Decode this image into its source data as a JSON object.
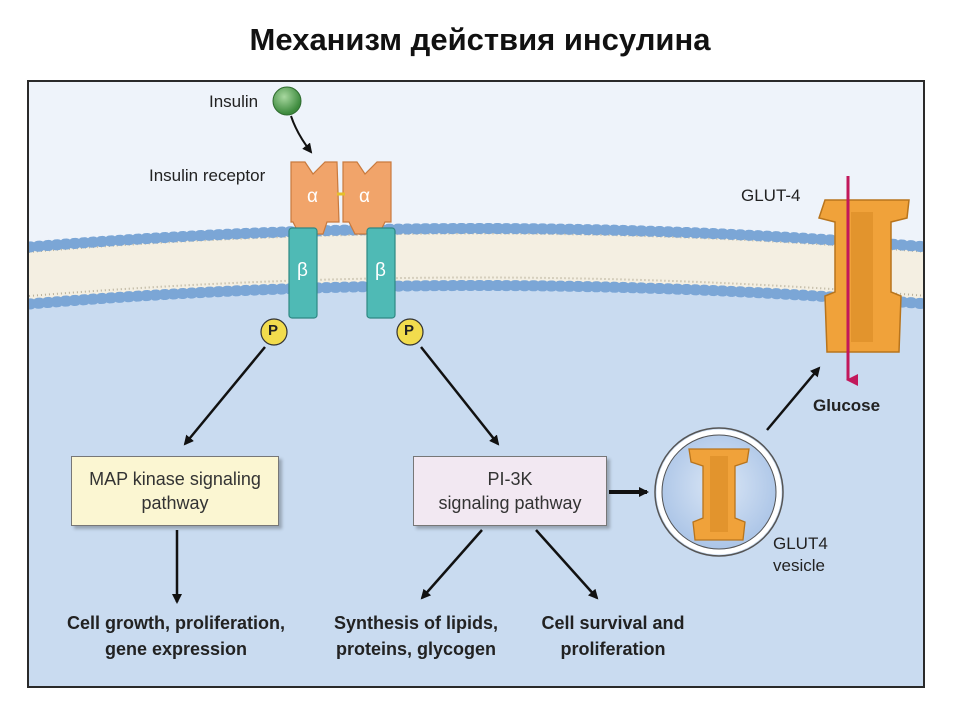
{
  "title": "Механизм действия инсулина",
  "labels": {
    "insulin": "Insulin",
    "insulin_receptor": "Insulin receptor",
    "alpha": "α",
    "beta": "β",
    "phosphate": "P",
    "glut4_transporter": "GLUT-4",
    "glucose": "Glucose",
    "glut4_vesicle_line1": "GLUT4",
    "glut4_vesicle_line2": "vesicle"
  },
  "pathways": {
    "map_kinase_line1": "MAP kinase signaling",
    "map_kinase_line2": "pathway",
    "pi3k_line1": "PI-3K",
    "pi3k_line2": "signaling pathway"
  },
  "outcomes": {
    "growth_line1": "Cell growth, proliferation,",
    "growth_line2": "gene expression",
    "synthesis_line1": "Synthesis of lipids,",
    "synthesis_line2": "proteins, glycogen",
    "survival_line1": "Cell survival and",
    "survival_line2": "proliferation"
  },
  "colors": {
    "cytoplasm": "#c9dbf0",
    "extracellular": "#eef3fa",
    "membrane_heads": "#7ba6d6",
    "receptor_alpha": "#f1a46a",
    "receptor_beta": "#4fbab5",
    "phosphate": "#f2dc4d",
    "glut4": "#f0a23a",
    "insulin": "#5daa5d",
    "glucose_arrow": "#c2185b",
    "map_box": "#fbf6d2",
    "pi3k_box": "#f2e8f2"
  }
}
